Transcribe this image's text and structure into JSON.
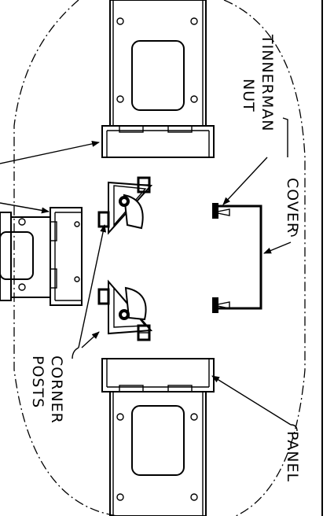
{
  "labels": {
    "tinnerman_1": "TINNERMAN",
    "tinnerman_2": "NUT",
    "cover": "COVER",
    "corner_1": "CORNER",
    "corner_2": "POSTS",
    "panel": "PANEL"
  }
}
